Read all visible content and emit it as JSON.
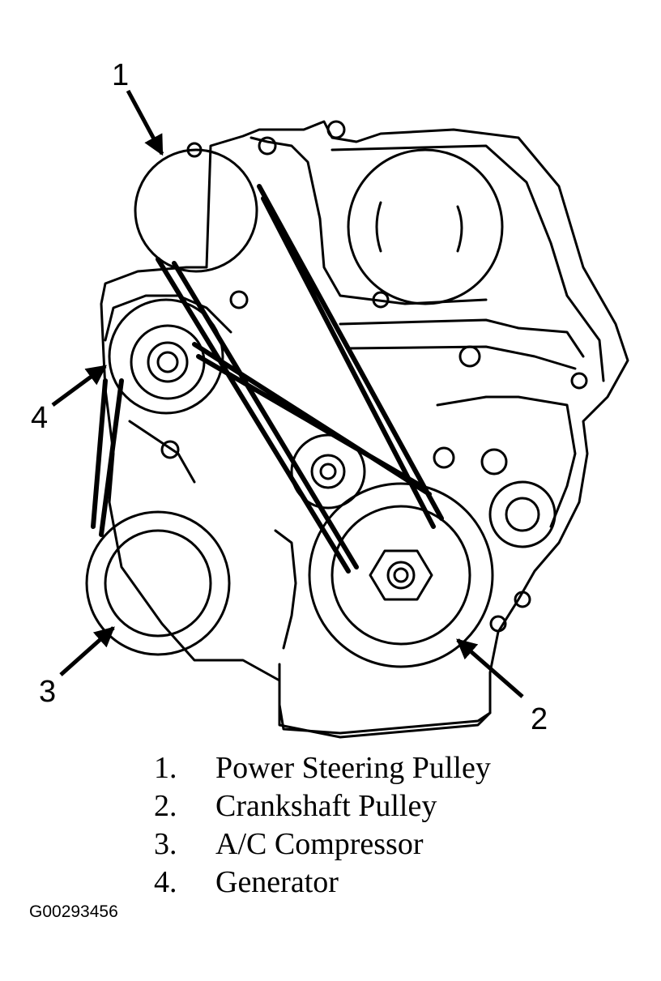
{
  "callouts": [
    {
      "id": "1",
      "text": "1"
    },
    {
      "id": "2",
      "text": "2"
    },
    {
      "id": "3",
      "text": "3"
    },
    {
      "id": "4",
      "text": "4"
    }
  ],
  "legend": [
    {
      "num": "1.",
      "label": "Power Steering Pulley"
    },
    {
      "num": "2.",
      "label": "Crankshaft Pulley"
    },
    {
      "num": "3.",
      "label": "A/C Compressor"
    },
    {
      "num": "4.",
      "label": "Generator"
    }
  ],
  "figure_id": "G00293456",
  "colors": {
    "line": "#000000",
    "background": "#ffffff"
  }
}
